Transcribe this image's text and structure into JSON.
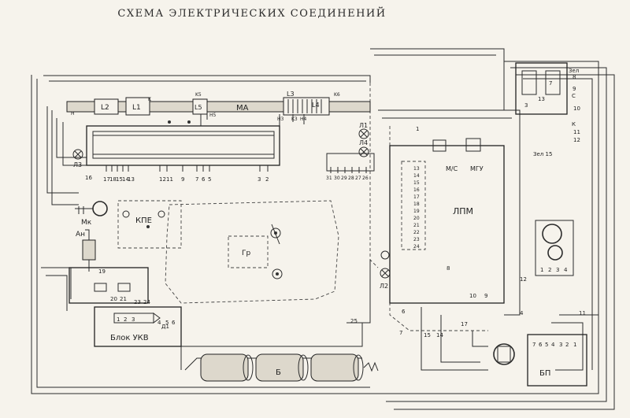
{
  "title": "СХЕМА ЭЛЕКТРИЧЕСКИХ СОЕДИНЕНИЙ",
  "labels": {
    "L2": "L2",
    "L1": "L1",
    "L5": "L5",
    "MA": "MA",
    "L3": "L3",
    "L4": "L4",
    "K5": "K5",
    "K6": "K6",
    "H5": "H5",
    "H3": "H3",
    "K3": "K3",
    "H4": "H4",
    "H": "H",
    "K": "K",
    "lamp_L3": "Л3",
    "lamp_L1": "Л1",
    "lamp_L4": "Л4",
    "lamp_L2": "Л2",
    "KPE": "КПЕ",
    "Mk": "Мк",
    "An": "Ан",
    "Gr": "Гр",
    "LPM": "ЛПМ",
    "MS": "М/С",
    "MGU": "МГУ",
    "ukv_block": "Блок УКВ",
    "D1": "Д1",
    "B": "Б",
    "BP": "БП",
    "zel": "Зел",
    "k_label": "К",
    "c_label": "С",
    "zel15": "Зел 15"
  },
  "scale_pins": [
    "17",
    "18",
    "15",
    "14",
    "13",
    "12",
    "11",
    "9",
    "7",
    "6",
    "5",
    "3",
    "2",
    "32"
  ],
  "lpm_pins": [
    "31",
    "30",
    "29",
    "28",
    "27",
    "26"
  ],
  "connector_numbers": [
    "13",
    "14",
    "15",
    "16",
    "17",
    "18",
    "19",
    "20",
    "21",
    "22",
    "23",
    "24"
  ],
  "misc_numbers": {
    "n1": "1",
    "n16": "16",
    "n19": "19",
    "n20": "20",
    "n21": "21",
    "n23": "23",
    "n24": "24",
    "n25": "25",
    "n8": "8",
    "n10": "10",
    "n9": "9",
    "n7": "7",
    "n4": "4",
    "n12": "12",
    "n11": "11",
    "n15": "15",
    "n14": "14",
    "n6": "6",
    "n17": "17",
    "n3": "3"
  },
  "ukv_pins": [
    "1",
    "2",
    "3",
    "4",
    "5",
    "6"
  ],
  "bp_pins": [
    "7",
    "6",
    "5",
    "4",
    "3",
    "2",
    "1"
  ],
  "conn_right_pins": [
    "1",
    "2",
    "3",
    "4"
  ],
  "top_right_pins": [
    "7",
    "8",
    "9",
    "10",
    "11",
    "12",
    "13"
  ]
}
